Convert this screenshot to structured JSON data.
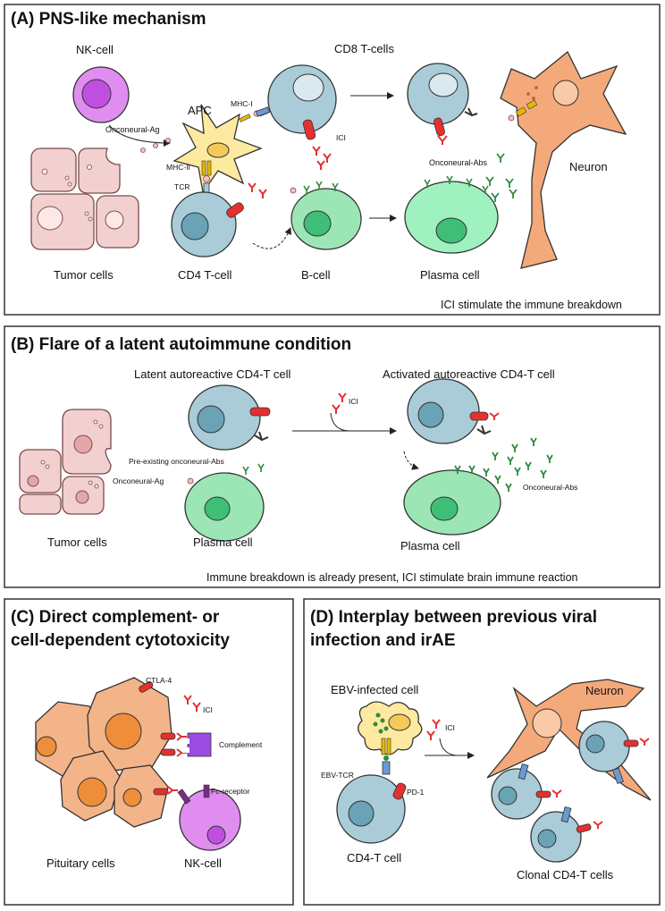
{
  "panel_a": {
    "title": "(A) PNS-like mechanism",
    "labels": {
      "nk_cell": "NK-cell",
      "cd8": "CD8 T-cells",
      "apc": "APC",
      "mhc1": "MHC-I",
      "mhc2": "MHC-II",
      "onco_ag": "Onconeural-Ag",
      "ici": "ICI",
      "tcr": "TCR",
      "onco_abs": "Onconeural-Abs",
      "neuron": "Neuron",
      "tumor": "Tumor cells",
      "cd4": "CD4 T-cell",
      "bcell": "B-cell",
      "plasma": "Plasma cell"
    },
    "note": "ICI stimulate the immune breakdown"
  },
  "panel_b": {
    "title": "(B) Flare of a latent autoimmune condition",
    "labels": {
      "latent": "Latent autoreactive CD4-T cell",
      "activated": "Activated autoreactive CD4-T cell",
      "ici": "ICI",
      "preexisting": "Pre-existing onconeural-Abs",
      "onco_ag": "Onconeural-Ag",
      "onco_abs": "Onconeural-Abs",
      "tumor": "Tumor cells",
      "plasma1": "Plasma cell",
      "plasma2": "Plasma cell"
    },
    "note": "Immune breakdown is already present, ICI stimulate brain immune reaction"
  },
  "panel_c": {
    "title_line1": "(C) Direct complement- or",
    "title_line2": "cell-dependent cytotoxicity",
    "labels": {
      "ctla4": "CTLA-4",
      "ici": "ICI",
      "complement": "Complement",
      "fc": "Fc-receptor",
      "pituitary": "Pituitary cells",
      "nk": "NK-cell"
    }
  },
  "panel_d": {
    "title_line1": "(D) Interplay between previous viral",
    "title_line2": "infection and irAE",
    "labels": {
      "ebv_cell": "EBV-infected cell",
      "neuron": "Neuron",
      "ici": "ICI",
      "ebv_tcr": "EBV-TCR",
      "pd1": "PD-1",
      "cd4": "CD4-T cell",
      "clonal": "Clonal CD4-T cells"
    }
  },
  "colors": {
    "tcell": "#a9ccd8",
    "tcell_nucleus": "#6aa2b6",
    "bcell": "#9be6b4",
    "bcell_nucleus": "#3fbf75",
    "tumor": "#f3d0d0",
    "tumor_stroke": "#7b4b4b",
    "neuron": "#f4a97a",
    "nk": "#df8ef0",
    "nk_nucleus": "#c04fe0",
    "apc": "#fde9a0",
    "ici": "#e53030",
    "antibody": "#2e8b3d",
    "complement": "#9a4be0",
    "receptor": "#6a9ad6"
  }
}
